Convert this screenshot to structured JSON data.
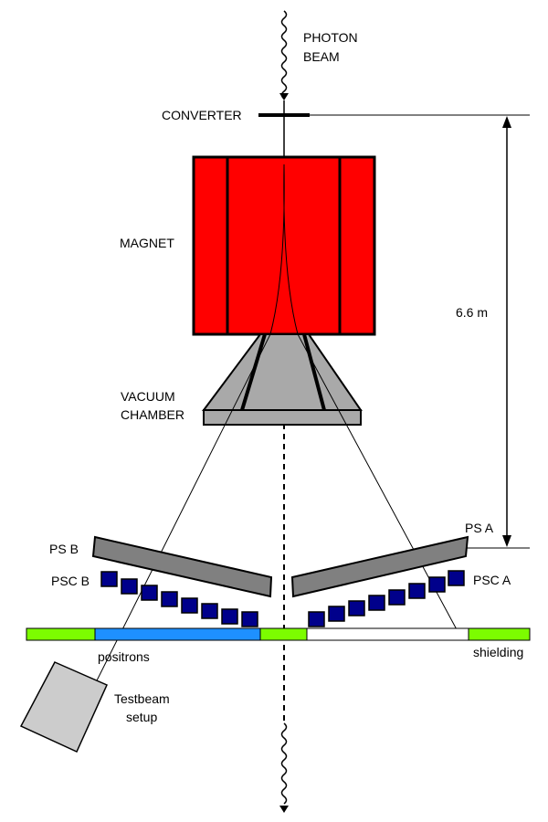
{
  "labels": {
    "photon_beam_line1": "PHOTON",
    "photon_beam_line2": "BEAM",
    "converter": "CONVERTER",
    "magnet": "MAGNET",
    "distance": "6.6 m",
    "vacuum_line1": "VACUUM",
    "vacuum_line2": "CHAMBER",
    "ps_b": "PS B",
    "ps_a": "PS A",
    "psc_b": "PSC B",
    "psc_a": "PSC A",
    "positrons": "positrons",
    "shielding": "shielding",
    "testbeam_line1": "Testbeam",
    "testbeam_line2": "setup"
  },
  "colors": {
    "magnet": "#ff0000",
    "vacuum_chamber": "#a9a9a9",
    "detector_frame": "#808080",
    "psc_block": "#00008b",
    "shielding": "#7cfc00",
    "positron_band": "#1e90ff",
    "testbeam_box": "#cccccc"
  }
}
